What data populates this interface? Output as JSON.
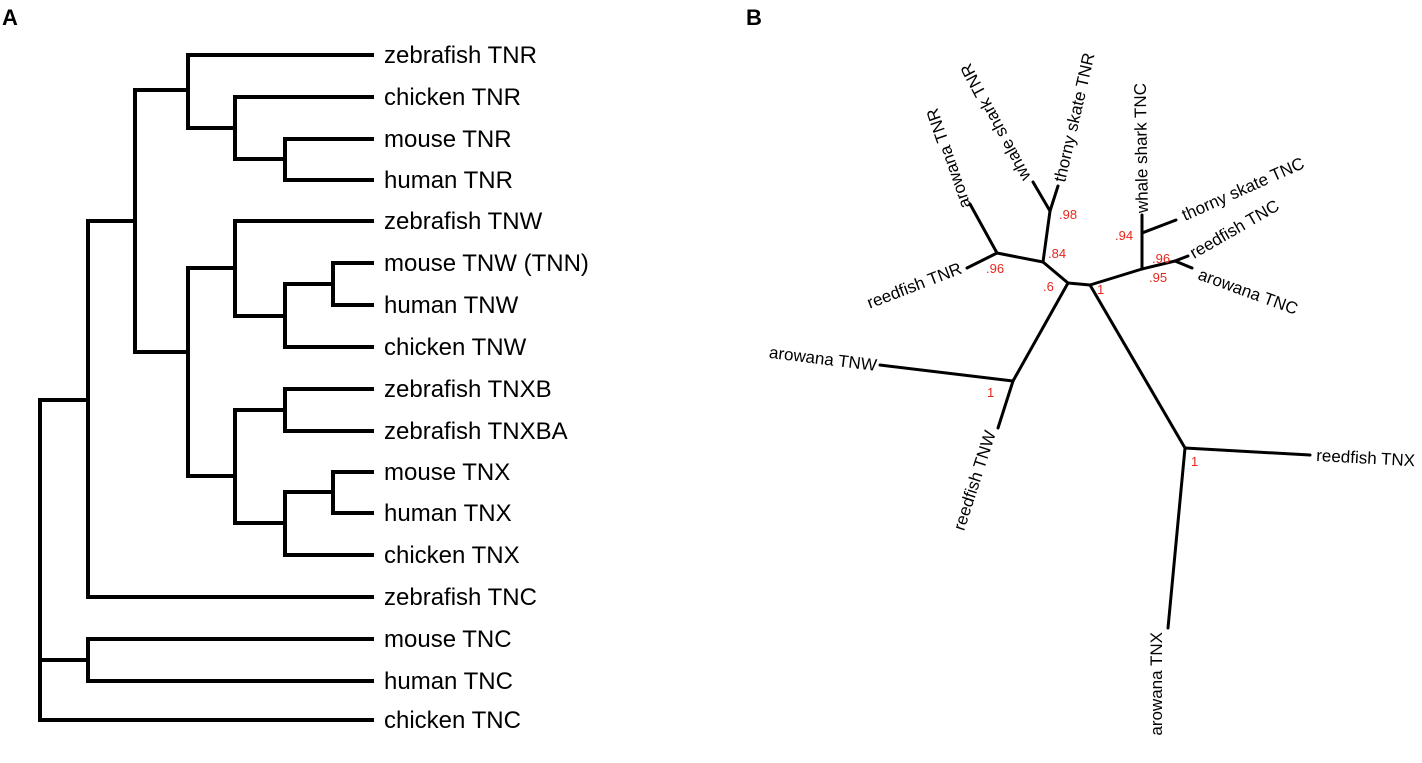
{
  "panels": {
    "a": {
      "letter": "A"
    },
    "b": {
      "letter": "B"
    }
  },
  "treeA": {
    "leaves": [
      "zebrafish TNR",
      "chicken TNR",
      "mouse TNR",
      "human TNR",
      "zebrafish TNW",
      "mouse TNW (TNN)",
      "human TNW",
      "chicken TNW",
      "zebrafish TNXB",
      "zebrafish TNXBA",
      "mouse TNX",
      "human TNX",
      "chicken TNX",
      "zebrafish TNC",
      "mouse TNC",
      "human TNC",
      "chicken TNC"
    ]
  },
  "treeB": {
    "leaves": {
      "arowana_tnr": "arowana TNR",
      "whale_shark_tnr": "whale shark TNR",
      "thorny_skate_tnr": "thorny skate TNR",
      "whale_shark_tnc": "whale shark TNC",
      "thorny_skate_tnc": "thorny skate TNC",
      "reedfish_tnc": "reedfish TNC",
      "arowana_tnc": "arowana TNC",
      "reedfish_tnr": "reedfish TNR",
      "arowana_tnw": "arowana TNW",
      "reedfish_tnw": "reedfish TNW",
      "reedfish_tnx": "reedfish TNX",
      "arowana_tnx": "arowana TNX"
    },
    "supports": {
      "s098": ".98",
      "s084": ".84",
      "s096r": ".96",
      "s06": ".6",
      "s1c": "1",
      "s094": ".94",
      "s096c": ".96",
      "s095": ".95",
      "s1w": "1",
      "s1x": "1"
    },
    "colors": {
      "support": "#e8261d",
      "branch": "#000000"
    }
  }
}
